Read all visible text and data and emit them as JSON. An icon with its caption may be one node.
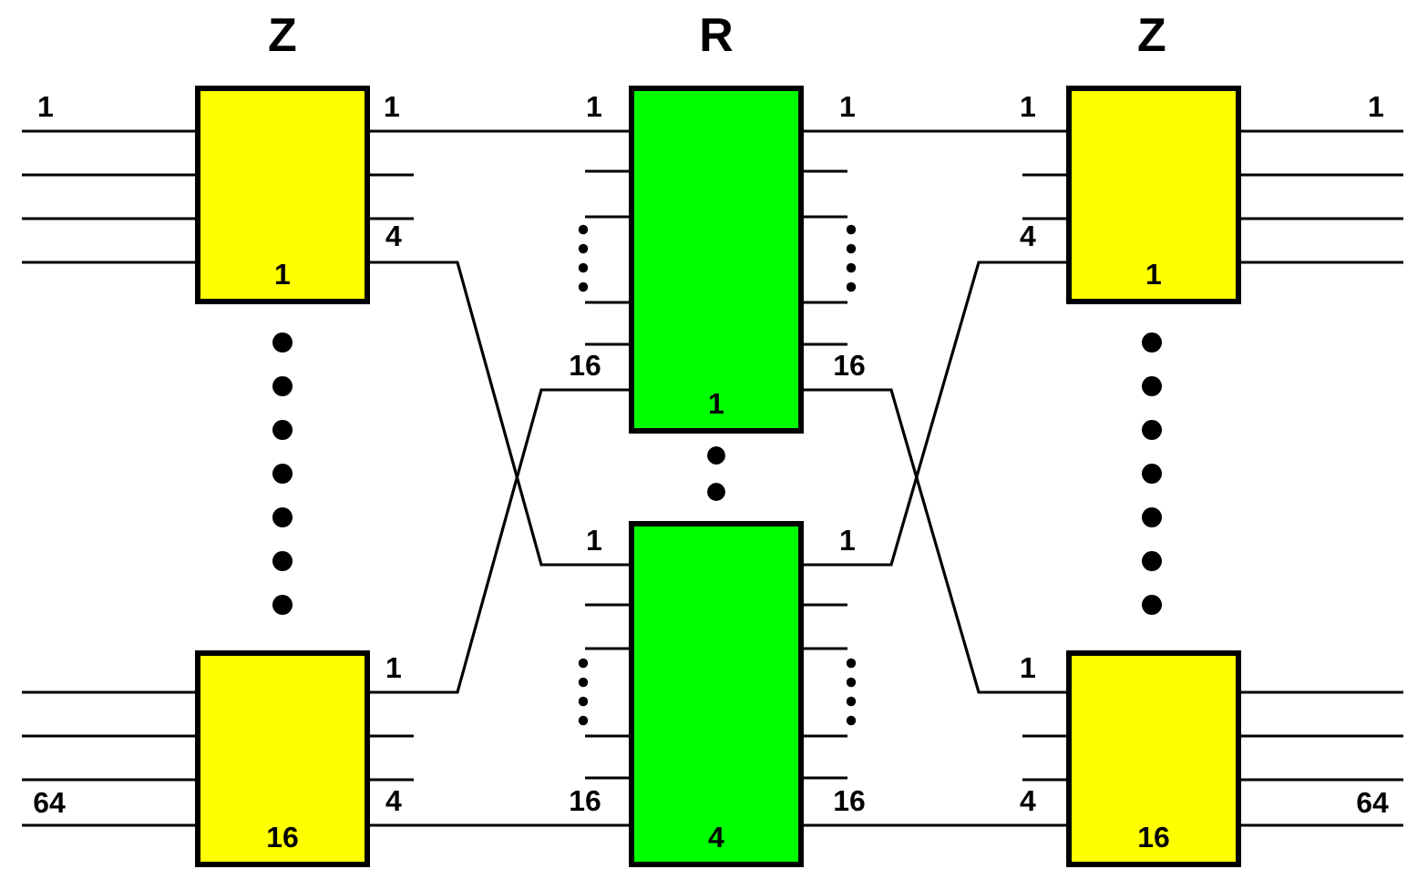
{
  "diagram": {
    "nodes": [
      {
        "text": [
          "1"
        ],
        "beside": [
          "1",
          "4"
        ]
      },
      {
        "text": [
          "16"
        ],
        "beside": [
          "1",
          "4"
        ]
      },
      {
        "text": [
          "1"
        ],
        "beside": [
          "1",
          "1",
          "16",
          "16"
        ]
      },
      {
        "text": [
          "4"
        ],
        "beside": [
          "1",
          "1",
          "16",
          "16"
        ]
      },
      {
        "text": [
          "1"
        ],
        "beside": [
          "1",
          "4"
        ]
      },
      {
        "text": [
          "16"
        ],
        "beside": [
          "1",
          "4"
        ]
      }
    ],
    "edges": [
      {
        "from": 0,
        "to": 2,
        "arrow": "none"
      },
      {
        "from": 0,
        "to": 3,
        "arrow": "none"
      },
      {
        "from": 1,
        "to": 2,
        "arrow": "none"
      },
      {
        "from": 1,
        "to": 3,
        "arrow": "none"
      },
      {
        "from": 2,
        "to": 4,
        "arrow": "none"
      },
      {
        "from": 2,
        "to": 5,
        "arrow": "none"
      },
      {
        "from": 3,
        "to": 4,
        "arrow": "none"
      },
      {
        "from": 3,
        "to": 5,
        "arrow": "none"
      },
      {
        "from": null,
        "to": 0,
        "arrow": "none"
      },
      {
        "from": null,
        "to": 0,
        "arrow": "none"
      },
      {
        "from": null,
        "to": 0,
        "arrow": "none"
      },
      {
        "from": null,
        "to": 0,
        "arrow": "none"
      },
      {
        "from": null,
        "to": 1,
        "arrow": "none"
      },
      {
        "from": null,
        "to": 1,
        "arrow": "none"
      },
      {
        "from": null,
        "to": 1,
        "arrow": "none"
      },
      {
        "from": null,
        "to": 1,
        "arrow": "none"
      },
      {
        "from": 4,
        "to": null,
        "arrow": "none"
      },
      {
        "from": 4,
        "to": null,
        "arrow": "none"
      },
      {
        "from": 4,
        "to": null,
        "arrow": "none"
      },
      {
        "from": 4,
        "to": null,
        "arrow": "none"
      },
      {
        "from": 5,
        "to": null,
        "arrow": "none"
      },
      {
        "from": 5,
        "to": null,
        "arrow": "none"
      },
      {
        "from": 5,
        "to": null,
        "arrow": "none"
      },
      {
        "from": 5,
        "to": null,
        "arrow": "none"
      }
    ],
    "labels": [
      "Z",
      "R",
      "Z",
      "1",
      "1",
      "64",
      "64"
    ]
  }
}
